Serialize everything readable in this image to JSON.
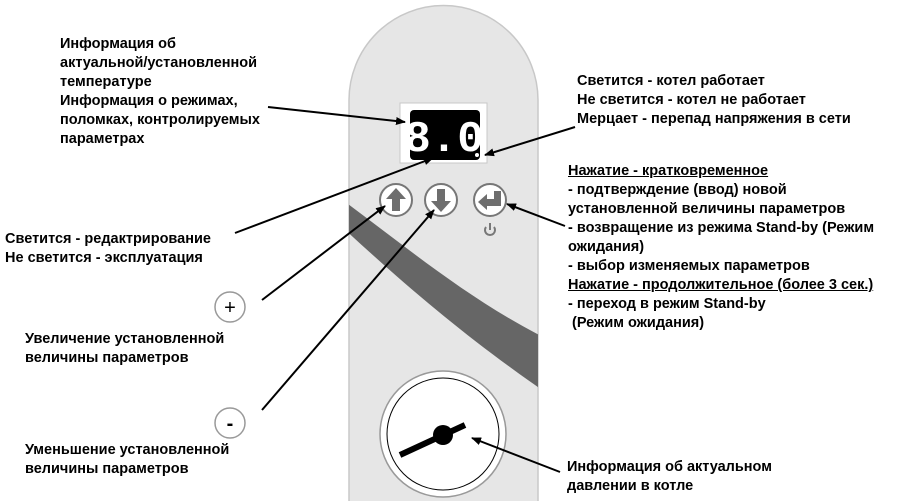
{
  "display": {
    "reading": "8.0"
  },
  "labels": {
    "display_info": [
      "Информация об",
      "актуальной/установленной",
      "температуре",
      "Информация о режимах,",
      "поломках, контролируемых",
      "параметрах"
    ],
    "dot_indicator": [
      "Светится - котел работает",
      "Не светится - котел не работает",
      "Мерцает - перепад напряжения в сети"
    ],
    "enter_button": {
      "short_press_title": "Нажатие - кратковременное",
      "short_press_items": [
        "- подтверждение (ввод) новой",
        "установленной величины параметров",
        "- возвращение из режима Stand-by (Режим",
        "ожидания)",
        "- выбор изменяемых параметров"
      ],
      "long_press_title": "Нажатие - продолжительное (более 3 сек.)",
      "long_press_items": [
        "- переход в режим  Stand-by",
        " (Режим ожидания)"
      ]
    },
    "edit_indicator": [
      "Светится - редактрирование",
      "Не светится - эксплуатация"
    ],
    "increase": [
      "Увеличение установленной",
      "величины параметров"
    ],
    "decrease": [
      "Уменьшение установленной",
      "величины параметров"
    ],
    "pressure": [
      "Информация об актуальном",
      "давлении в котле"
    ]
  },
  "icons": {
    "up": "arrow-up-icon",
    "down": "arrow-down-icon",
    "enter": "enter-icon",
    "power": "power-icon",
    "plus": "plus-icon",
    "minus": "minus-icon",
    "gauge": "pressure-gauge-icon"
  },
  "symbols": {
    "plus": "+",
    "minus": "-"
  },
  "colors": {
    "panel": "#e6e6e6",
    "swoosh": "#666666",
    "button": "#6e6e6e"
  }
}
